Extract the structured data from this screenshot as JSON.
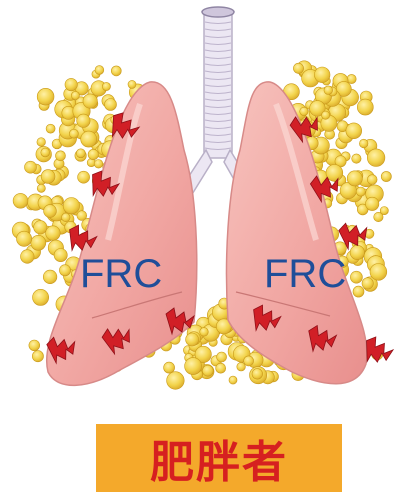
{
  "diagram": {
    "left_lung_label": "FRC",
    "right_lung_label": "FRC",
    "caption": "肥胖者"
  },
  "colors": {
    "fat": "#f2d34a",
    "fat_outline": "#c99a1a",
    "lung": "#f1a7a3",
    "lung_highlight": "#f7c9c4",
    "trachea": "#ece7f3",
    "lightning": "#d11f26",
    "label": "#1f4e99",
    "caption_bg": "#f4a92b",
    "caption_text": "#d62020"
  },
  "icons": [
    "lightning-bolt-icon"
  ]
}
